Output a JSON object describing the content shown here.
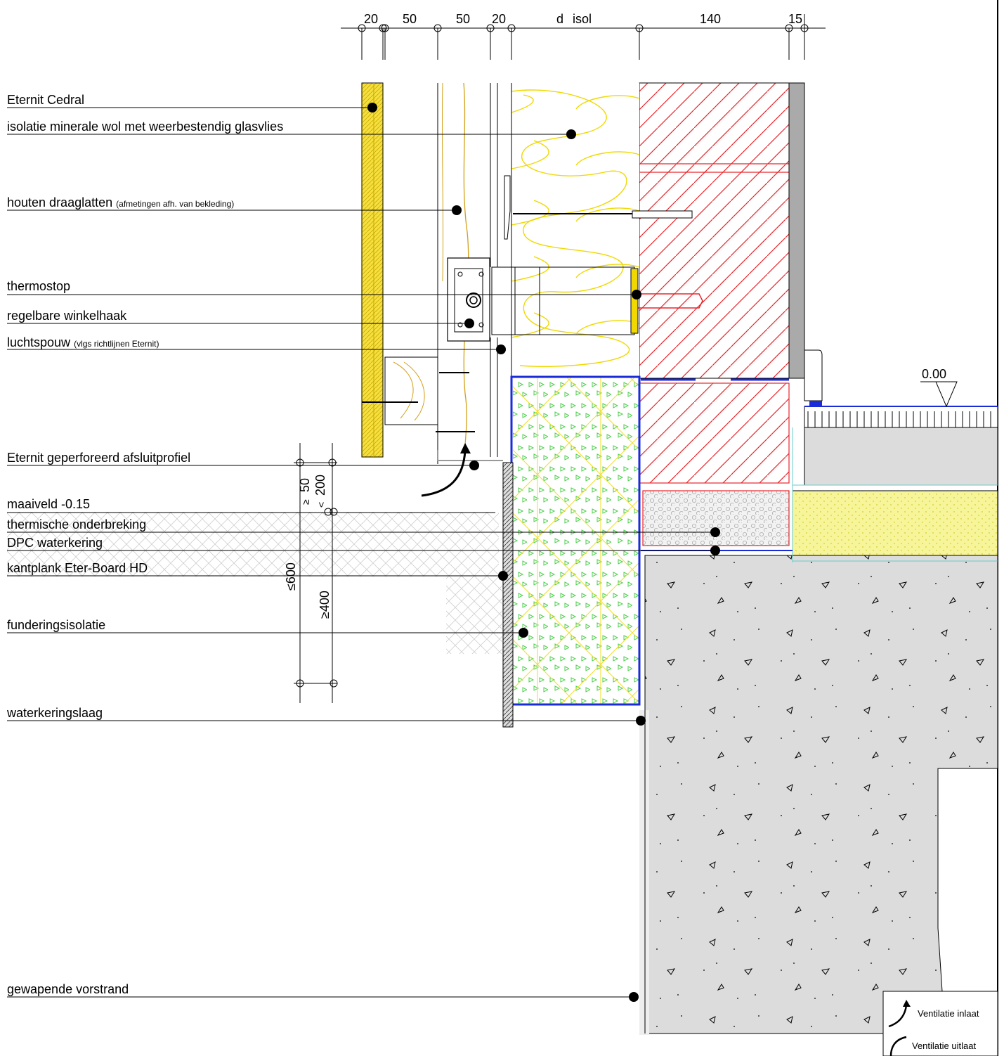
{
  "dimensions_top": [
    "20",
    "50",
    "50",
    "20",
    "d isol",
    "140",
    "15"
  ],
  "dimensions_side": [
    "50",
    "200",
    "≥",
    "<",
    "≤600",
    "≥400"
  ],
  "level_marker": "0.00",
  "labels": [
    {
      "main": "Eternit Cedral",
      "note": ""
    },
    {
      "main": "isolatie minerale wol met weerbestendig glasvlies",
      "note": ""
    },
    {
      "main": "houten draaglatten",
      "note": "(afmetingen afh. van bekleding)"
    },
    {
      "main": "thermostop",
      "note": ""
    },
    {
      "main": "regelbare winkelhaak",
      "note": ""
    },
    {
      "main": "luchtspouw",
      "note": "(vlgs richtlijnen Eternit)"
    },
    {
      "main": "Eternit geperforeerd afsluitprofiel",
      "note": ""
    },
    {
      "main": "maaiveld -0.15",
      "note": ""
    },
    {
      "main": "thermische onderbreking",
      "note": ""
    },
    {
      "main": "DPC waterkering",
      "note": ""
    },
    {
      "main": "kantplank Eter-Board HD",
      "note": ""
    },
    {
      "main": "funderingsisolatie",
      "note": ""
    },
    {
      "main": "waterkeringslaag",
      "note": ""
    },
    {
      "main": "gewapende vorstrand",
      "note": ""
    }
  ],
  "legend": {
    "inlet": "Ventilatie inlaat",
    "outlet": "Ventilatie uitlaat"
  },
  "colors": {
    "brick": "#e8262b",
    "insulation_wool": "#f5e23a",
    "foam": "#6fd66f",
    "wood": "#e8c060",
    "dpc": "#1a2bd8",
    "concrete": "#dcdcdc",
    "screed": "#f7f59a"
  }
}
